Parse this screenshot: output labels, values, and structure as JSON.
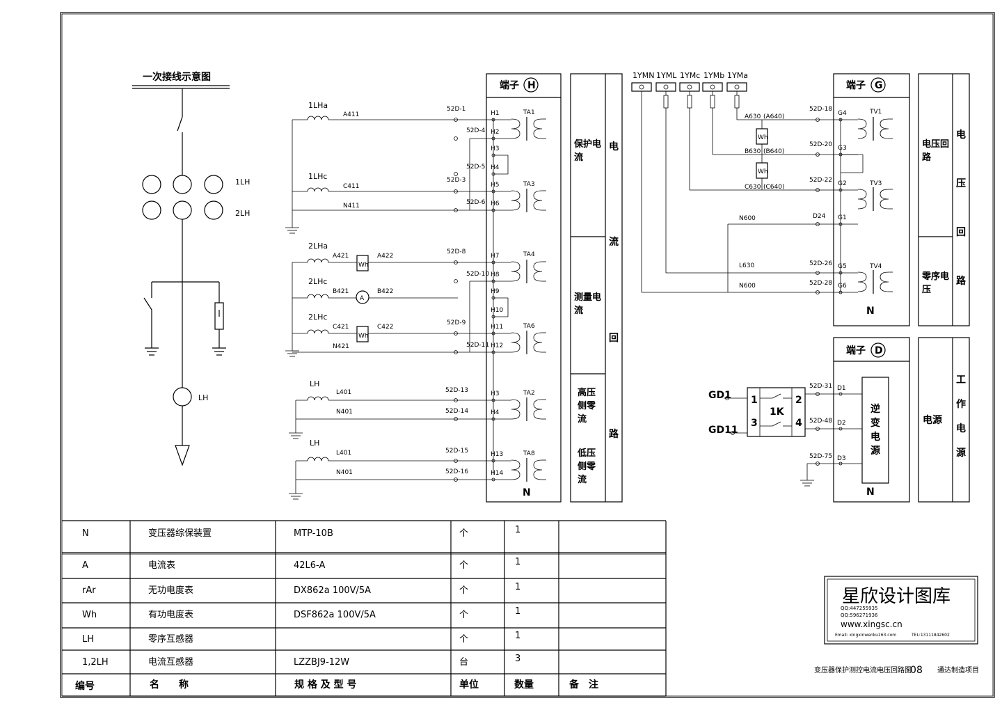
{
  "title": "一次接线示意图",
  "ct_labels": [
    "1LH",
    "2LH",
    "LH"
  ],
  "h_block": {
    "header": "端子",
    "letter": "H",
    "bottom": "N",
    "terms": [
      "H1",
      "H2",
      "H3",
      "H4",
      "H5",
      "H6",
      "H7",
      "H8",
      "H9",
      "H10",
      "H11",
      "H12",
      "H3",
      "H4",
      "H13",
      "H14"
    ],
    "ta": [
      "TA1",
      "TA3",
      "TA4",
      "TA6",
      "TA2",
      "TA8"
    ],
    "left_groups": [
      "保护电流",
      "测量电流",
      "高压侧零流",
      "低压侧零流"
    ],
    "right_title": [
      "电",
      "流",
      "回",
      "路"
    ]
  },
  "h_wires": {
    "coils": [
      "1LHa",
      "1LHc",
      "2LHa",
      "2LHc",
      "2LHc",
      "LH",
      "LH"
    ],
    "wire_labels": [
      "A411",
      "C411",
      "N411",
      "A421",
      "A422",
      "B421",
      "B422",
      "C421",
      "C422",
      "N421",
      "L401",
      "N401",
      "L401",
      "N401"
    ],
    "d_labels": [
      "52D-1",
      "52D-4",
      "52D-5",
      "52D-3",
      "52D-6",
      "52D-8",
      "52D-10",
      "52D-9",
      "52D-11",
      "52D-13",
      "52D-14",
      "52D-15",
      "52D-16"
    ],
    "meters": [
      "Wh",
      "A",
      "Wh"
    ]
  },
  "g_block": {
    "header": "端子",
    "letter": "G",
    "bottom": "N",
    "terms": [
      "G4",
      "G3",
      "G2",
      "G1",
      "G5",
      "G6"
    ],
    "tv": [
      "TV1",
      "TV3",
      "TV4"
    ],
    "bus": [
      "1YMN",
      "1YML",
      "1YMc",
      "1YMb",
      "1YMa"
    ],
    "wire_labels": [
      "A630",
      "(A640)",
      "B630",
      "(B640)",
      "C630",
      "(C640)",
      "N600",
      "L630",
      "N600"
    ],
    "d_labels": [
      "52D-18",
      "52D-20",
      "52D-22",
      "D24",
      "52D-26",
      "52D-28"
    ],
    "meters": [
      "Wh",
      "Wh"
    ],
    "left_groups": [
      "电压回路",
      "零序电压"
    ],
    "right_title": [
      "电",
      "压",
      "回",
      "路"
    ]
  },
  "d_block": {
    "header": "端子",
    "letter": "D",
    "bottom": "N",
    "terms": [
      "D1",
      "D2",
      "D3"
    ],
    "d_labels": [
      "52D-31",
      "52D-48",
      "52D-75"
    ],
    "inputs": [
      "GD1",
      "GD11"
    ],
    "switch": {
      "name": "1K",
      "pins": [
        "1",
        "2",
        "3",
        "4"
      ]
    },
    "inverter": [
      "逆",
      "变",
      "电",
      "源"
    ],
    "left_group": "电源",
    "right_title": [
      "工",
      "作",
      "电",
      "源"
    ]
  },
  "table": {
    "rows": [
      [
        "N",
        "变压器综保装置",
        "MTP-10B",
        "个",
        "1",
        ""
      ],
      [
        "A",
        "电流表",
        "42L6-A",
        "个",
        "1",
        ""
      ],
      [
        "rAr",
        "无功电度表",
        "DX862a 100V/5A",
        "个",
        "1",
        ""
      ],
      [
        "Wh",
        "有功电度表",
        "DSF862a 100V/5A",
        "个",
        "1",
        ""
      ],
      [
        "LH",
        "零序互感器",
        "",
        "个",
        "1",
        ""
      ],
      [
        "1,2LH",
        "电流互感器",
        "LZZBJ9-12W",
        "台",
        "3",
        ""
      ]
    ],
    "header": [
      "编号",
      "名　　称",
      "规 格 及 型 号",
      "单位",
      "数量",
      "备　注"
    ]
  },
  "stamp": {
    "name": "星欣设计图库",
    "qq1": "QQ:447255935",
    "qq2": "QQ:596271936",
    "web": "www.xingsc.cn",
    "email": "Email: xingxinwenku163.com",
    "tel": "TEL:13111842602"
  },
  "footer": {
    "drawing": "变压器保护测控电流电压回路图",
    "number": "-08",
    "project": "通达制造项目"
  }
}
